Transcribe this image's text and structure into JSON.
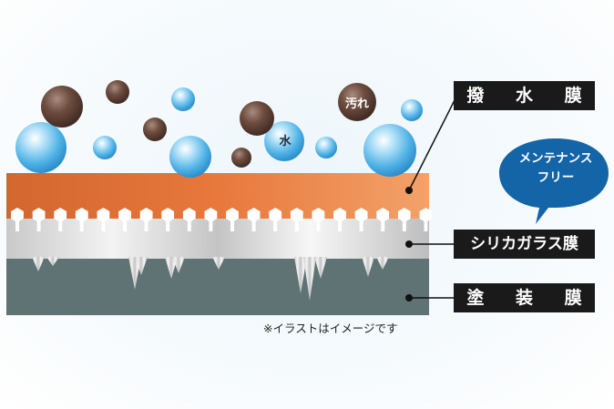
{
  "labels": {
    "water_repellent_film": "撥 水 膜",
    "silica_glass_film": "シリカガラス膜",
    "paint_film": "塗 装 膜"
  },
  "callout": {
    "line1": "メンテナンス",
    "line2": "フリー"
  },
  "droplet_labels": {
    "water": "水",
    "dirt": "汚れ"
  },
  "note": "※イラストはイメージです",
  "colors": {
    "water_repellent_layer": "#e8733a",
    "silica_layer": "#c8c8c8",
    "paint_layer": "#5f7374",
    "label_box": "#1a1a1a",
    "callout_bubble": "#1465a8",
    "water_drop": "#5ab8e8",
    "dirt_particle": "#6b4a3c"
  }
}
